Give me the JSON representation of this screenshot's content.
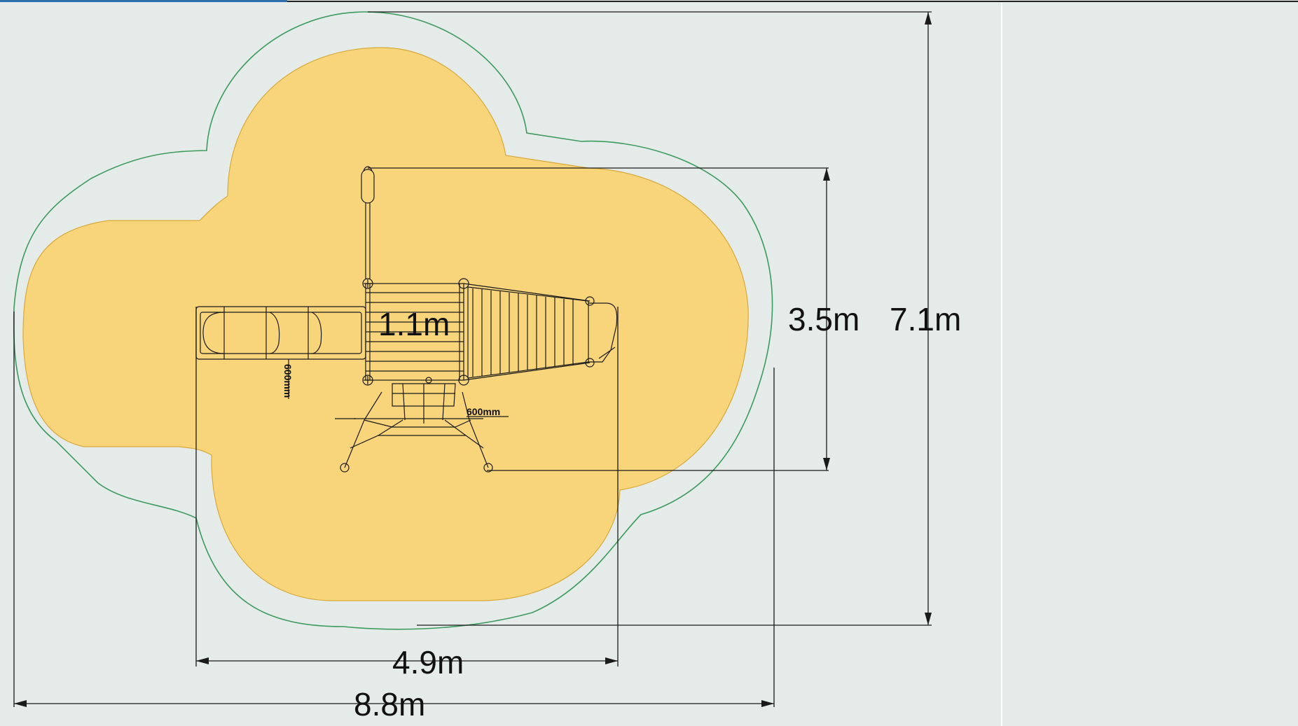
{
  "dimensions": {
    "platform_height": "1.1m",
    "footprint_width": "4.9m",
    "safety_zone_width": "8.8m",
    "footprint_depth": "3.5m",
    "safety_zone_depth": "7.1m",
    "slide_clearance": "600mm",
    "net_clearance": "600mm"
  },
  "colors": {
    "background": "#e5ebe8",
    "safety_surface": "#f8d47a",
    "safety_zone_outline": "#3c9a5f",
    "linework": "#1a1a1a",
    "tab_accent": "#2f6fad"
  }
}
